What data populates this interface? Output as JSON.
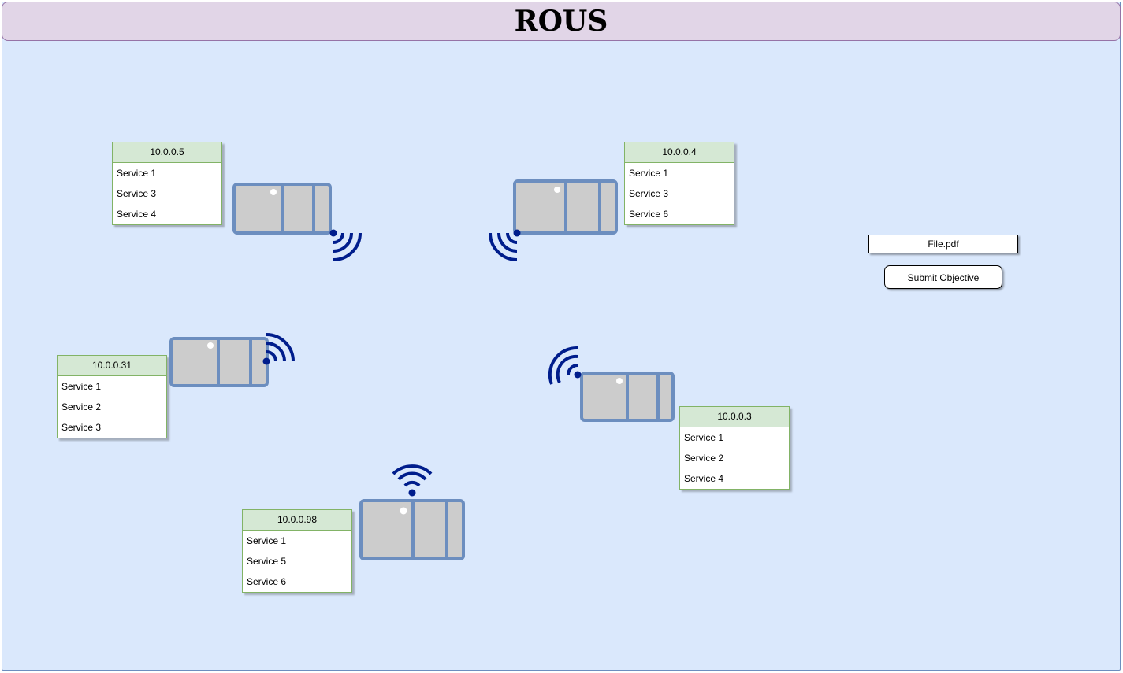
{
  "title": "ROUS",
  "file": {
    "name": "File.pdf"
  },
  "submit": {
    "label": "Submit Objective"
  },
  "hosts": [
    {
      "ip": "10.0.0.5",
      "services": [
        "Service 1",
        "Service 3",
        "Service 4"
      ]
    },
    {
      "ip": "10.0.0.4",
      "services": [
        "Service 1",
        "Service 3",
        "Service 6"
      ]
    },
    {
      "ip": "10.0.0.31",
      "services": [
        "Service 1",
        "Service 2",
        "Service 3"
      ]
    },
    {
      "ip": "10.0.0.3",
      "services": [
        "Service 1",
        "Service 2",
        "Service 4"
      ]
    },
    {
      "ip": "10.0.0.98",
      "services": [
        "Service 1",
        "Service 5",
        "Service 6"
      ]
    }
  ],
  "colors": {
    "canvas": "#dae8fc",
    "canvas_border": "#6c8ebf",
    "title_bar": "#e1d5e7",
    "title_border": "#9673a6",
    "host_header": "#d5e8d4",
    "host_border": "#82b366",
    "device_fill": "#cccccc",
    "device_stroke": "#6c8ebf",
    "wifi": "#001d8c"
  },
  "icons": {
    "device": "wireless-router-icon",
    "signal": "wifi-signal-icon"
  }
}
